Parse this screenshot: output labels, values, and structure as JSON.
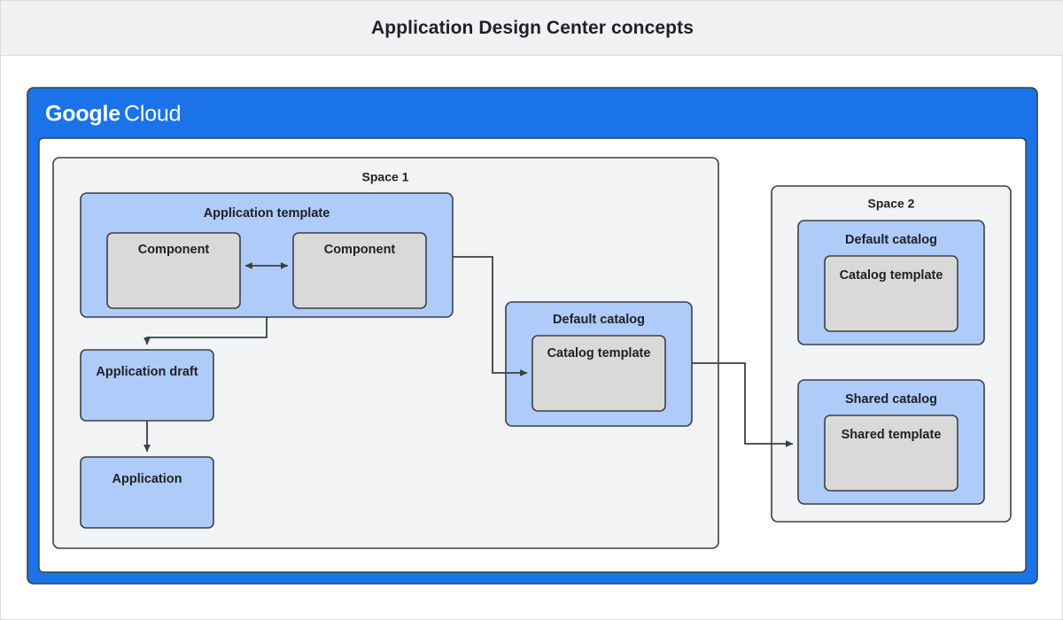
{
  "header": {
    "title": "Application Design Center concepts"
  },
  "cloud": {
    "brand_google": "Google",
    "brand_cloud": "Cloud",
    "banner_color": "#1a73e8"
  },
  "colors": {
    "page_background": "#ffffff",
    "title_bar_background": "#eff1f3",
    "cloud_blue": "#1a73e8",
    "box_blue_fill": "#aecbfa",
    "box_gray_fill": "#d9d9d9",
    "space_fill": "#f1f3f4",
    "stroke": "#3c4043",
    "text": "#202124"
  },
  "spaces": [
    {
      "id": "space-1",
      "label": "Space 1",
      "groups": [
        {
          "id": "application-template",
          "label": "Application template",
          "fill": "blue",
          "children": [
            {
              "id": "component-left",
              "label": "Component",
              "fill": "gray"
            },
            {
              "id": "component-right",
              "label": "Component",
              "fill": "gray"
            }
          ]
        },
        {
          "id": "application-draft",
          "label": "Application draft",
          "fill": "blue",
          "children": []
        },
        {
          "id": "application",
          "label": "Application",
          "fill": "blue",
          "children": []
        }
      ]
    },
    {
      "id": "space-1-catalog",
      "label": "",
      "groups": [
        {
          "id": "default-catalog-space1",
          "label": "Default catalog",
          "fill": "blue",
          "children": [
            {
              "id": "catalog-template-space1",
              "label": "Catalog template",
              "fill": "gray"
            }
          ]
        }
      ]
    },
    {
      "id": "space-2",
      "label": "Space 2",
      "groups": [
        {
          "id": "default-catalog-space2",
          "label": "Default catalog",
          "fill": "blue",
          "children": [
            {
              "id": "catalog-template-space2",
              "label": "Catalog template",
              "fill": "gray"
            }
          ]
        },
        {
          "id": "shared-catalog-space2",
          "label": "Shared catalog",
          "fill": "blue",
          "children": [
            {
              "id": "shared-template-space2",
              "label": "Shared template",
              "fill": "gray"
            }
          ]
        }
      ]
    }
  ],
  "connectors": [
    {
      "id": "component-to-component",
      "type": "bidirectional"
    },
    {
      "id": "application-template-to-application-draft",
      "type": "arrow"
    },
    {
      "id": "application-draft-to-application",
      "type": "arrow"
    },
    {
      "id": "application-template-to-default-catalog",
      "type": "arrow"
    },
    {
      "id": "default-catalog-to-shared-catalog",
      "type": "arrow"
    }
  ]
}
